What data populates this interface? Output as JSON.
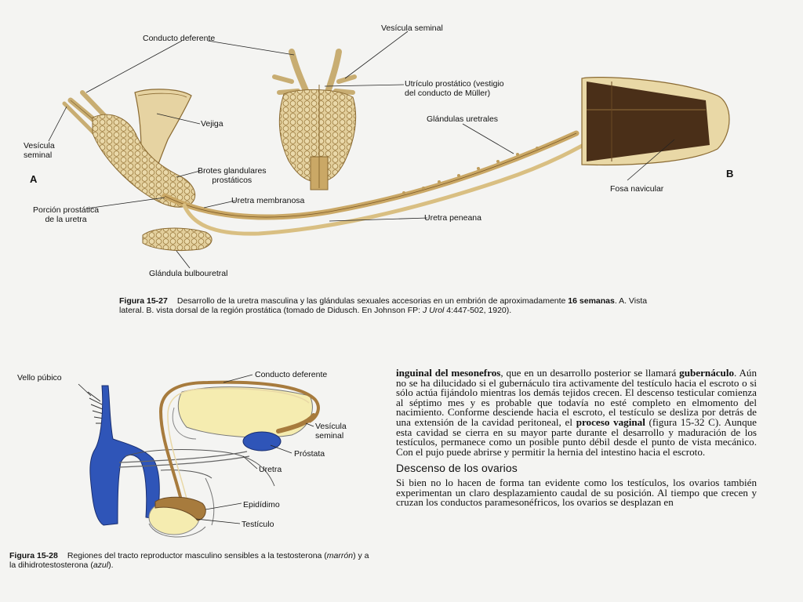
{
  "fig_15_27": {
    "labels": {
      "conducto_deferente": "Conducto deferente",
      "vesicula_seminal_top": "Vesícula seminal",
      "vejiga": "Vejiga",
      "utriculo": "Utrículo prostático (vestigio\ndel conducto de Müller)",
      "glandulas_uretrales": "Glándulas uretrales",
      "vesicula_seminal_left": "Vesícula\nseminal",
      "brotes": "Brotes glandulares\nprostáticos",
      "fosa_navicular": "Fosa navicular",
      "uretra_membranosa": "Uretra membranosa",
      "porcion_prostatica": "Porción prostática\nde la uretra",
      "uretra_peneana": "Uretra peneana",
      "glandula_bulbouretral": "Glándula bulbouretral",
      "panel_a": "A",
      "panel_b": "B"
    },
    "caption": {
      "number": "Figura 15-27",
      "text_1": "Desarrollo de la uretra masculina y las glándulas sexuales accesorias en un embrión de aproximadamente ",
      "text_bold": "16 semanas",
      "text_2": ". A. Vista lateral. B. vista dorsal de la región prostática (tomado de Didusch. En Johnson FP: ",
      "journal": "J Urol",
      "text_3": " 4:447-502, 1920)."
    }
  },
  "fig_15_28": {
    "labels": {
      "vello_pubico": "Vello púbico",
      "conducto_deferente": "Conducto deferente",
      "vesicula_seminal": "Vesícula\nseminal",
      "prostata": "Próstata",
      "uretra": "Uretra",
      "epididimo": "Epidídimo",
      "testiculo": "Testículo"
    },
    "caption": {
      "number": "Figura 15-28",
      "text_1": "Regiones del tracto reproductor masculino sensibles a la testosterona (",
      "italic_1": "marrón",
      "text_2": ") y a la dihidrotestosterona (",
      "italic_2": "azul",
      "text_3": ")."
    }
  },
  "body_text": {
    "p1_bold_1": "inguinal del mesonefros",
    "p1_text_1": ", que en un desarrollo posterior se llamará ",
    "p1_bold_2": "gubernáculo",
    "p1_text_2": ". Aún no se ha dilucidado si el gubernáculo tira activamente del testículo hacia el escroto o si sólo actúa fijándolo mientras los demás tejidos crecen. El descenso testicular comienza al séptimo mes y es probable que todavía  no esté completo en elmomento del nacimiento. Conforme desciende hacia el escroto, el testículo se desliza por detrás de una extensión de la cavidad peritoneal, el ",
    "p1_bold_3": "proceso vaginal",
    "p1_text_3": " (figura 15-32 C). Aunque esta cavidad se cierra en su mayor parte durante el desarrollo y maduración de los testículos, permanece como un posible punto débil desde el punto de vista mecánico. Con el pujo puede abrirse y permitir la hernia del intestino hacia el escroto.",
    "heading": "Descenso de los ovarios",
    "p2": "Si bien no lo hacen de forma tan evidente como los testículos, los ovarios también experimentan un claro desplazamiento caudal de su posición. Al tiempo que crecen y cruzan los conductos paramesonéfricos, los ovarios se desplazan en"
  },
  "colors": {
    "tissue": "#e3cf9c",
    "tissue_outline": "#8a6a32",
    "brown_duct": "#a77b3d",
    "blue_region": "#2f55b8",
    "yellow_fill": "#f5ecb0",
    "dark_tissue": "#4a2f18"
  }
}
